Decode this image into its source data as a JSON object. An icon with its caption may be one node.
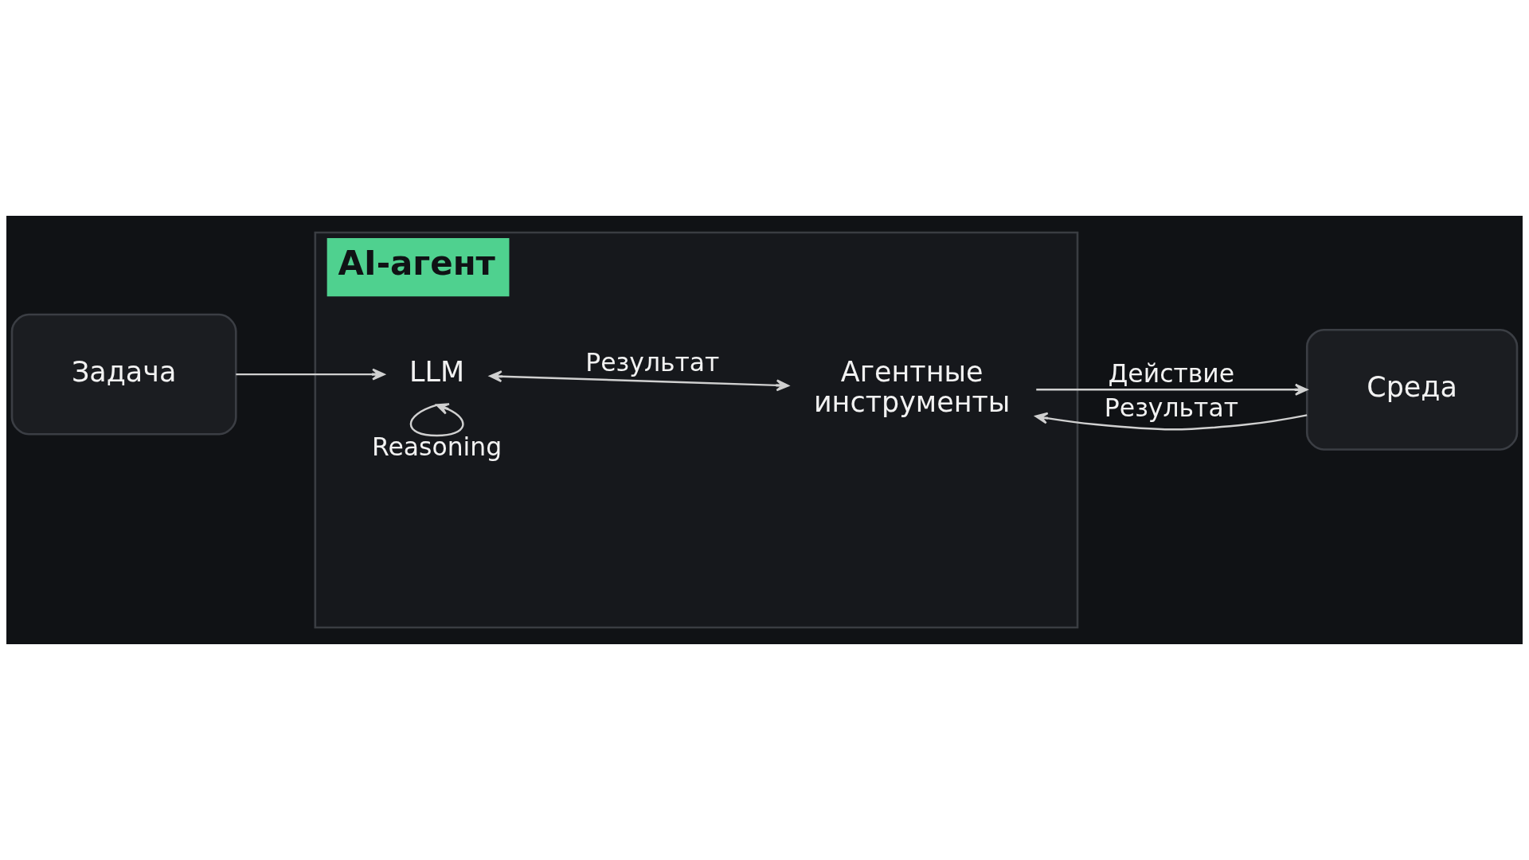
{
  "diagram": {
    "nodes": [
      {
        "text": [
          "AI-агент"
        ]
      },
      {
        "text": [
          "Задача"
        ]
      },
      {
        "text": [
          "LLM"
        ],
        "in": 0
      },
      {
        "text": [
          "Агентные инструменты"
        ],
        "in": 0
      },
      {
        "text": [
          "Среда"
        ]
      }
    ],
    "edges": [
      {
        "from": 1,
        "to": 2,
        "arrow": "to"
      },
      {
        "from": 2,
        "to": 3,
        "label": "Результат",
        "arrow": "both"
      },
      {
        "from": 2,
        "to": 2,
        "label": "Reasoning",
        "arrow": "to"
      },
      {
        "from": 3,
        "to": 4,
        "label": "Действие",
        "arrow": "to"
      },
      {
        "from": 4,
        "to": 3,
        "label": "Результат",
        "arrow": "to"
      }
    ]
  }
}
